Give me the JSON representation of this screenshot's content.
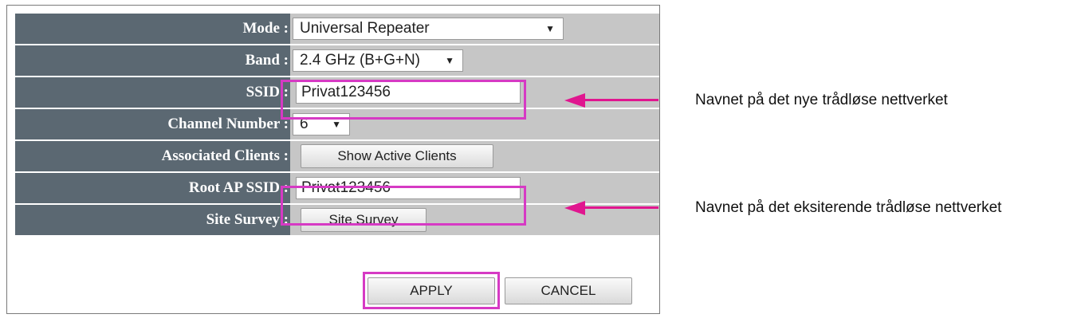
{
  "form": {
    "mode": {
      "label": "Mode :",
      "value": "Universal Repeater"
    },
    "band": {
      "label": "Band :",
      "value": "2.4 GHz (B+G+N)"
    },
    "ssid": {
      "label": "SSID :",
      "value": "Privat123456"
    },
    "channel": {
      "label": "Channel Number :",
      "value": "6"
    },
    "clients": {
      "label": "Associated Clients :",
      "button": "Show Active Clients"
    },
    "root_ssid": {
      "label": "Root AP SSID :",
      "value": "Privat123456"
    },
    "survey": {
      "label": "Site Survey :",
      "button": "Site Survey"
    }
  },
  "actions": {
    "apply": "APPLY",
    "cancel": "CANCEL"
  },
  "annotations": {
    "ssid_note": "Navnet på det nye trådløse nettverket",
    "root_note": "Navnet på det eksiterende trådløse nettverket"
  },
  "colors": {
    "label_bg": "#5b6872",
    "highlight": "#d63ac4",
    "arrow": "#e0168f"
  }
}
